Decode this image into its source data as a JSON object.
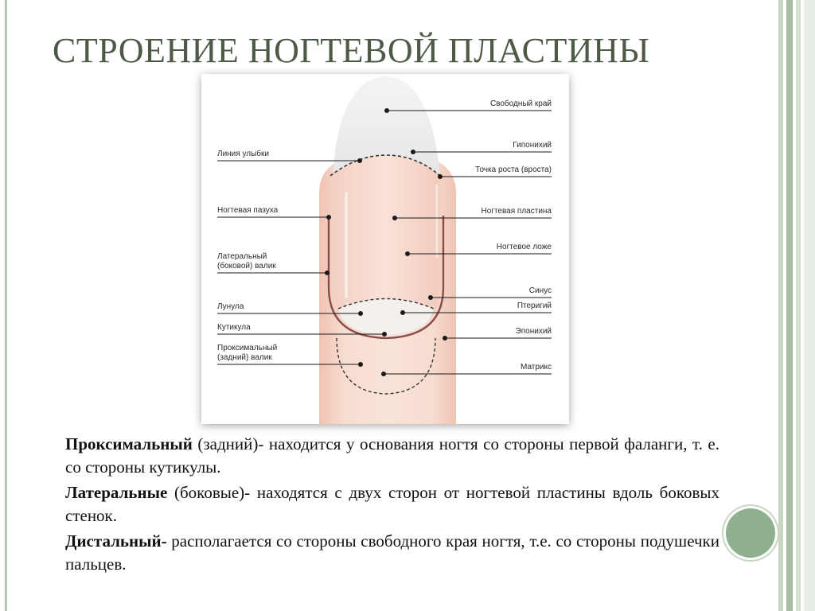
{
  "slide": {
    "title": "СТРОЕНИЕ НОГТЕВОЙ ПЛАСТИНЫ"
  },
  "diagram": {
    "labels_left": [
      {
        "text": "Линия улыбки"
      },
      {
        "text": "Ногтевая пазуха"
      },
      {
        "text": "Латеральный\n(боковой) валик"
      },
      {
        "text": "Лунула"
      },
      {
        "text": "Кутикула"
      },
      {
        "text": "Проксимальный\n(задний) валик"
      }
    ],
    "labels_right": [
      {
        "text": "Свободный край"
      },
      {
        "text": "Гипонихий"
      },
      {
        "text": "Точка роста (вроста)"
      },
      {
        "text": "Ногтевая пластина"
      },
      {
        "text": "Ногтевое ложе"
      },
      {
        "text": "Синус"
      },
      {
        "text": "Птеригий"
      },
      {
        "text": "Эпонихий"
      },
      {
        "text": "Матрикс"
      }
    ],
    "colors": {
      "skin": "#f6d8cb",
      "skin_shade": "#efc7b7",
      "nail_tip": "#eeeeee",
      "nail_outline": "#8a4e48",
      "leader": "#1a1a1a"
    }
  },
  "description": [
    {
      "term": "Проксимальный",
      "text": " (задний)- находится у основания ногтя со стороны первой фаланги, т. е. со стороны кутикулы."
    },
    {
      "term": "Латеральные",
      "text": " (боковые)- находятся с двух сторон от ногтевой пластины вдоль боковых стенок."
    },
    {
      "term": "Дистальный-",
      "text": " располагается со стороны свободного края ногтя, т.е. со стороны подушечки пальцев."
    }
  ],
  "decor": {
    "nav_circle_color": "#8eb08f",
    "accent_stripe_color": "#a9bba2"
  }
}
